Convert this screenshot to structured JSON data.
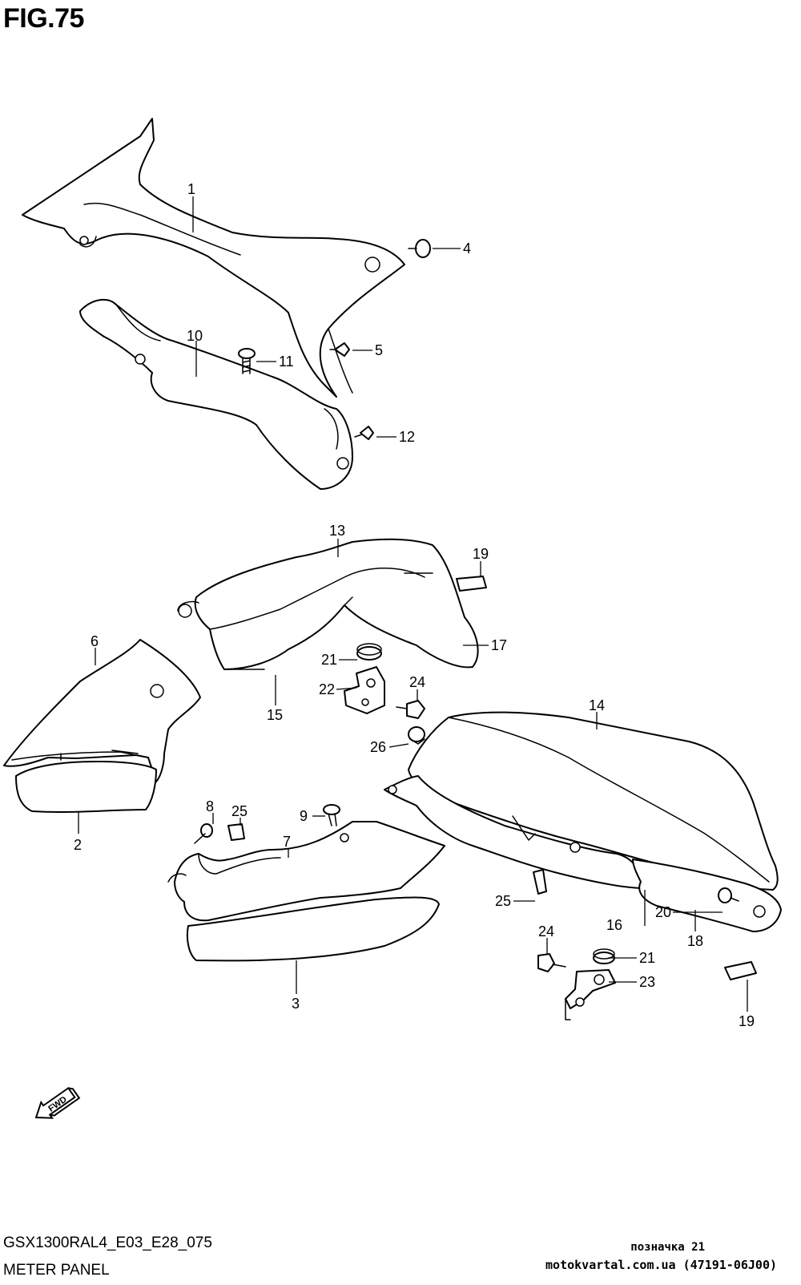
{
  "figure": {
    "title": "FIG.75"
  },
  "callouts": [
    "1",
    "2",
    "3",
    "4",
    "5",
    "6",
    "7",
    "8",
    "9",
    "10",
    "11",
    "12",
    "13",
    "14",
    "15",
    "16",
    "17",
    "18",
    "19",
    "20",
    "21",
    "22",
    "23",
    "24",
    "25",
    "26"
  ],
  "callouts_extra": {
    "c19b": "19",
    "c21b": "21",
    "c24b": "24",
    "c25b": "25"
  },
  "direction": {
    "label": "FWD"
  },
  "footer": {
    "model_code": "GSX1300RAL4_E03_E28_075",
    "section_name": "METER PANEL"
  },
  "watermark": {
    "line1": "позначка 21",
    "line2": "motokvartal.com.ua (47191-06J00)"
  }
}
